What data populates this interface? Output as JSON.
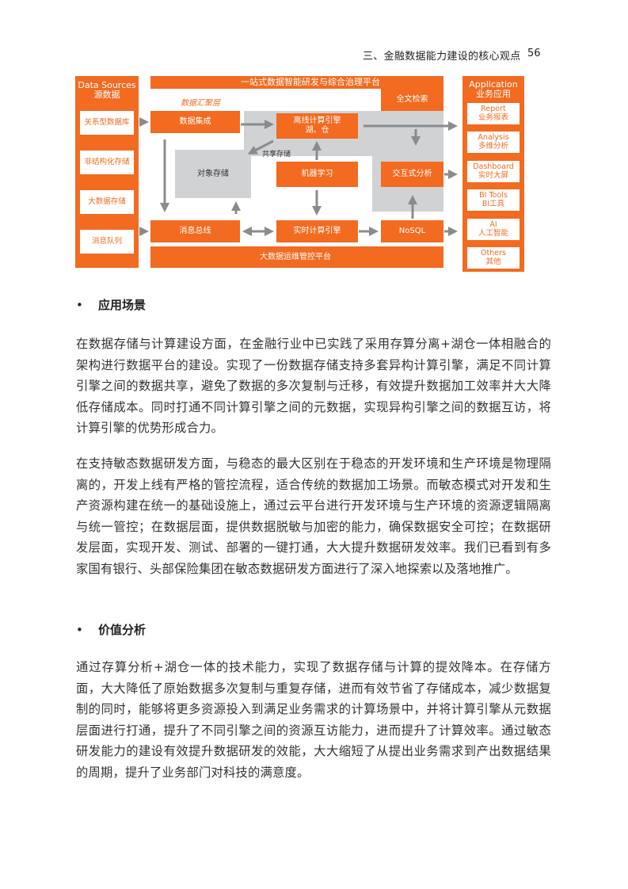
{
  "header": {
    "section_title": "三、金融数据能力建设的核心观点",
    "page_number": "56"
  },
  "diagram": {
    "sources": {
      "title_en": "Data Sources",
      "title_zh": "源数据",
      "items": [
        "关系型数据库",
        "非结构化存储",
        "大数据存储",
        "消息队列"
      ]
    },
    "platform_title": "一站式数据智能研发与综合治理平台",
    "layer_label": "数据汇聚层",
    "fulltext_search": "全文检索",
    "data_integration": "数据集成",
    "offline_engine_line1": "离线计算引擎",
    "offline_engine_line2": "湖、仓",
    "shared_storage": "共享存储",
    "object_storage": "对象存储",
    "machine_learning": "机器学习",
    "interactive_analysis": "交互式分析",
    "message_bus": "消息总线",
    "realtime_engine": "实时计算引擎",
    "nosql": "NoSQL",
    "ops_platform": "大数据运维管控平台",
    "applications": {
      "title_en": "Application",
      "title_zh": "业务应用",
      "items": [
        {
          "en": "Report",
          "zh": "业务报表"
        },
        {
          "en": "Analysis",
          "zh": "多维分析"
        },
        {
          "en": "Dashboard",
          "zh": "实时大屏"
        },
        {
          "en": "BI Tools",
          "zh": "BI工具"
        },
        {
          "en": "AI",
          "zh": "人工智能"
        },
        {
          "en": "Others",
          "zh": "其他"
        }
      ]
    },
    "colors": {
      "orange": "#f26b21",
      "gray": "#d1d2d4",
      "arrow": "#8a8b8d"
    }
  },
  "sections": [
    {
      "heading": "应用场景",
      "bullet": "•",
      "paragraphs": [
        "在数据存储与计算建设方面，在金融行业中已实践了采用存算分离+湖仓一体相融合的架构进行数据平台的建设。实现了一份数据存储支持多套异构计算引擎，满足不同计算引擎之间的数据共享，避免了数据的多次复制与迁移，有效提升数据加工效率并大大降低存储成本。同时打通不同计算引擎之间的元数据，实现异构引擎之间的数据互访，将计算引擎的优势形成合力。",
        "在支持敏态数据研发方面，与稳态的最大区别在于稳态的开发环境和生产环境是物理隔离的，开发上线有严格的管控流程，适合传统的数据加工场景。而敏态模式对开发和生产资源构建在统一的基础设施上，通过云平台进行开发环境与生产环境的资源逻辑隔离与统一管控；在数据层面，提供数据脱敏与加密的能力，确保数据安全可控；在数据研发层面，实现开发、测试、部署的一键打通，大大提升数据研发效率。我们已看到有多家国有银行、头部保险集团在敏态数据研发方面进行了深入地探索以及落地推广。"
      ]
    },
    {
      "heading": "价值分析",
      "bullet": "•",
      "paragraphs": [
        "通过存算分析+湖仓一体的技术能力，实现了数据存储与计算的提效降本。在存储方面，大大降低了原始数据多次复制与重复存储，进而有效节省了存储成本，减少数据复制的同时，能够将更多资源投入到满足业务需求的计算场景中，并将计算引擎从元数据层面进行打通，提升了不同引擎之间的资源互访能力，进而提升了计算效率。通过敏态研发能力的建设有效提升数据研发的效能，大大缩短了从提出业务需求到产出数据结果的周期，提升了业务部门对科技的满意度。"
      ]
    }
  ]
}
